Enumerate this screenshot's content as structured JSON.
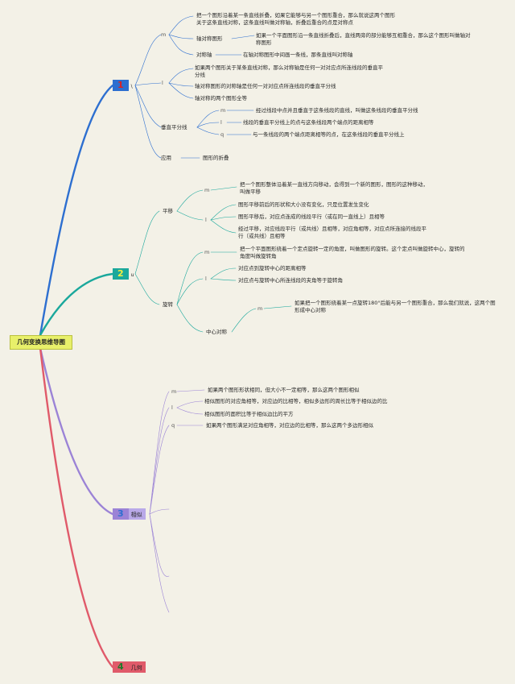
{
  "title": "几何变换思维导图",
  "branches": [
    {
      "num": "1",
      "mark": "\\",
      "color": "#2d6fd0",
      "m1": "m",
      "fold_def": "把一个图形沿着某一条直线折叠，如果它能够与另一个图形重合，那么就说这两个图形关于这条直线对称，这条直线叫做对称轴，折叠后重合的点是对称点",
      "axis_fig_label": "轴对称图形",
      "axis_fig_def": "如果一个平面图形沿一条直线折叠后，直线两旁的部分能够互相重合，那么这个图形叫做轴对称图形",
      "axis_label": "对称轴",
      "axis_def": "在轴对称图形中间画一条线，那条直线叫对称轴",
      "l1": "l",
      "prop1": "如果两个图形关于某条直线对称，那么对称轴是任何一对对应点所连线段的垂直平分线",
      "prop2": "轴对称图形的对称轴是任何一对对应点所连线段的垂直平分线",
      "prop3": "轴对称的两个图形全等",
      "perp_label": "垂直平分线",
      "perp_m": "m",
      "perp1": "经过线段中点并且垂直于这条线段的直线，叫做这条线段的垂直平分线",
      "perp_l": "l",
      "perp2": "线段的垂直平分线上的点与这条线段两个端点的距离相等",
      "perp_q": "q",
      "perp3": "与一条线段的两个端点距离相等的点，在这条线段的垂直平分线上",
      "app_label": "应用",
      "app_item": "图形的折叠"
    },
    {
      "num": "2",
      "mark": "u",
      "color": "#1aa89c",
      "trans_label": "平移",
      "trans_m": "m",
      "trans_def": "把一个图形整体沿着某一直线方向移动，会得到一个新的图形，图形的这种移动，叫做平移",
      "trans_l": "l",
      "trans_p1": "图形平移前后的形状和大小没有变化，只是位置发生变化",
      "trans_p2": "图形平移后，对应点连成的线段平行（或在同一直线上）且相等",
      "trans_p3": "经过平移，对应线段平行（或共线）且相等，对应角相等，对应点所连接的线段平行（或共线）且相等",
      "rot_label": "旋转",
      "rot_m": "m",
      "rot_def": "把一个平面图形绕着一个定点旋转一定的角度，叫做图形的旋转。这个定点叫做旋转中心，旋转的角度叫做旋转角",
      "rot_l": "l",
      "rot_p1": "对应点到旋转中心的距离相等",
      "rot_p2": "对应点与旋转中心所连线段的夹角等于旋转角",
      "cs_label": "中心对称",
      "cs_m": "m",
      "cs_def": "如果把一个图形绕着某一点旋转180°后能与另一个图形重合，那么我们就说，这两个图形成中心对称"
    },
    {
      "num": "3",
      "label": "相似",
      "color": "#9b83d6",
      "sim_m": "m",
      "sim1": "如果两个图形形状相同，但大小不一定相等，那么这两个图形相似",
      "sim_l": "l",
      "sim2": "相似图形的对应角相等，对应边的比相等，相似多边形的周长比等于相似边的比",
      "sim3": "相似图形的面积比等于相似边比的平方",
      "sim_q": "q",
      "sim4": "如果两个图形满足对应角相等，对应边的比相等，那么这两个多边形相似"
    },
    {
      "num": "4",
      "label": "几何",
      "color": "#e05a6a"
    }
  ]
}
